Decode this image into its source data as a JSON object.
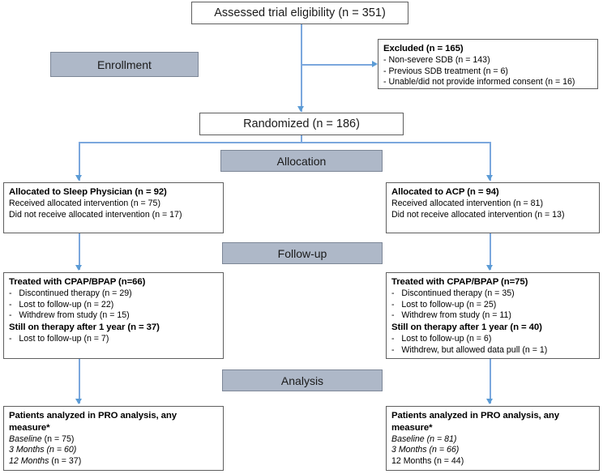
{
  "diagram": {
    "type": "consort-flow-diagram",
    "accent_arrow_color": "#5b9bd5",
    "banner_fill_color": "#aeb8c8",
    "box_border_color": "#5f5f5f"
  },
  "top": {
    "assessed_label": "Assessed trial eligibility (n = 351)"
  },
  "excluded": {
    "header": "Excluded (n = 165)",
    "items": [
      "- Non-severe SDB (n = 143)",
      "- Previous SDB treatment (n = 6)",
      "- Unable/did not provide informed consent (n = 16)"
    ]
  },
  "randomized": {
    "label": "Randomized (n = 186)"
  },
  "banners": {
    "enrollment": "Enrollment",
    "allocation": "Allocation",
    "followup": "Follow-up",
    "analysis": "Analysis"
  },
  "allocation": {
    "left": {
      "header": "Allocated to Sleep Physician (n = 92)",
      "items": [
        "Received allocated intervention (n = 75)",
        "Did not receive allocated intervention (n = 17)"
      ]
    },
    "right": {
      "header": "Allocated to ACP (n = 94)",
      "items": [
        "Received allocated intervention (n = 81)",
        "Did not receive allocated intervention (n = 13)"
      ]
    }
  },
  "followup": {
    "left": {
      "header": "Treated with CPAP/BPAP (n=66)",
      "items": [
        "-   Discontinued therapy (n = 29)",
        "-   Lost to follow-up (n = 22)",
        "-   Withdrew from study (n = 15)"
      ],
      "header2": "Still on therapy after 1 year (n = 37)",
      "items2": [
        "-   Lost to follow-up (n = 7)"
      ]
    },
    "right": {
      "header": "Treated with CPAP/BPAP (n=75)",
      "items": [
        "-   Discontinued therapy (n = 35)",
        "-   Lost to follow-up (n = 25)",
        "-   Withdrew from study (n = 11)"
      ],
      "header2": "Still on therapy after 1 year (n = 40)",
      "items2": [
        "-   Lost to follow-up (n = 6)",
        "-   Withdrew, but allowed data pull (n = 1)"
      ]
    }
  },
  "analysis": {
    "left": {
      "header_line1": "Patients analyzed in PRO analysis, any",
      "header_line2": "measure*",
      "rows": [
        {
          "period": "Baseline ",
          "count": "(n = 75)",
          "italic_count": false
        },
        {
          "period": "3 Months ",
          "count": "(n = 60)",
          "italic_count": true
        },
        {
          "period": "12 Months ",
          "count": "(n = 37)",
          "italic_count": false
        }
      ]
    },
    "right": {
      "header_line1": "Patients analyzed in PRO analysis, any",
      "header_line2": "measure*",
      "rows": [
        {
          "period": "Baseline ",
          "count": "(n = 81)",
          "italic_count": true
        },
        {
          "period": "3 Months ",
          "count": "(n = 66)",
          "italic_count": true
        },
        {
          "period": "12 Months ",
          "count": "(n = 44)",
          "italic_count": false,
          "plain_period": true
        }
      ]
    }
  }
}
